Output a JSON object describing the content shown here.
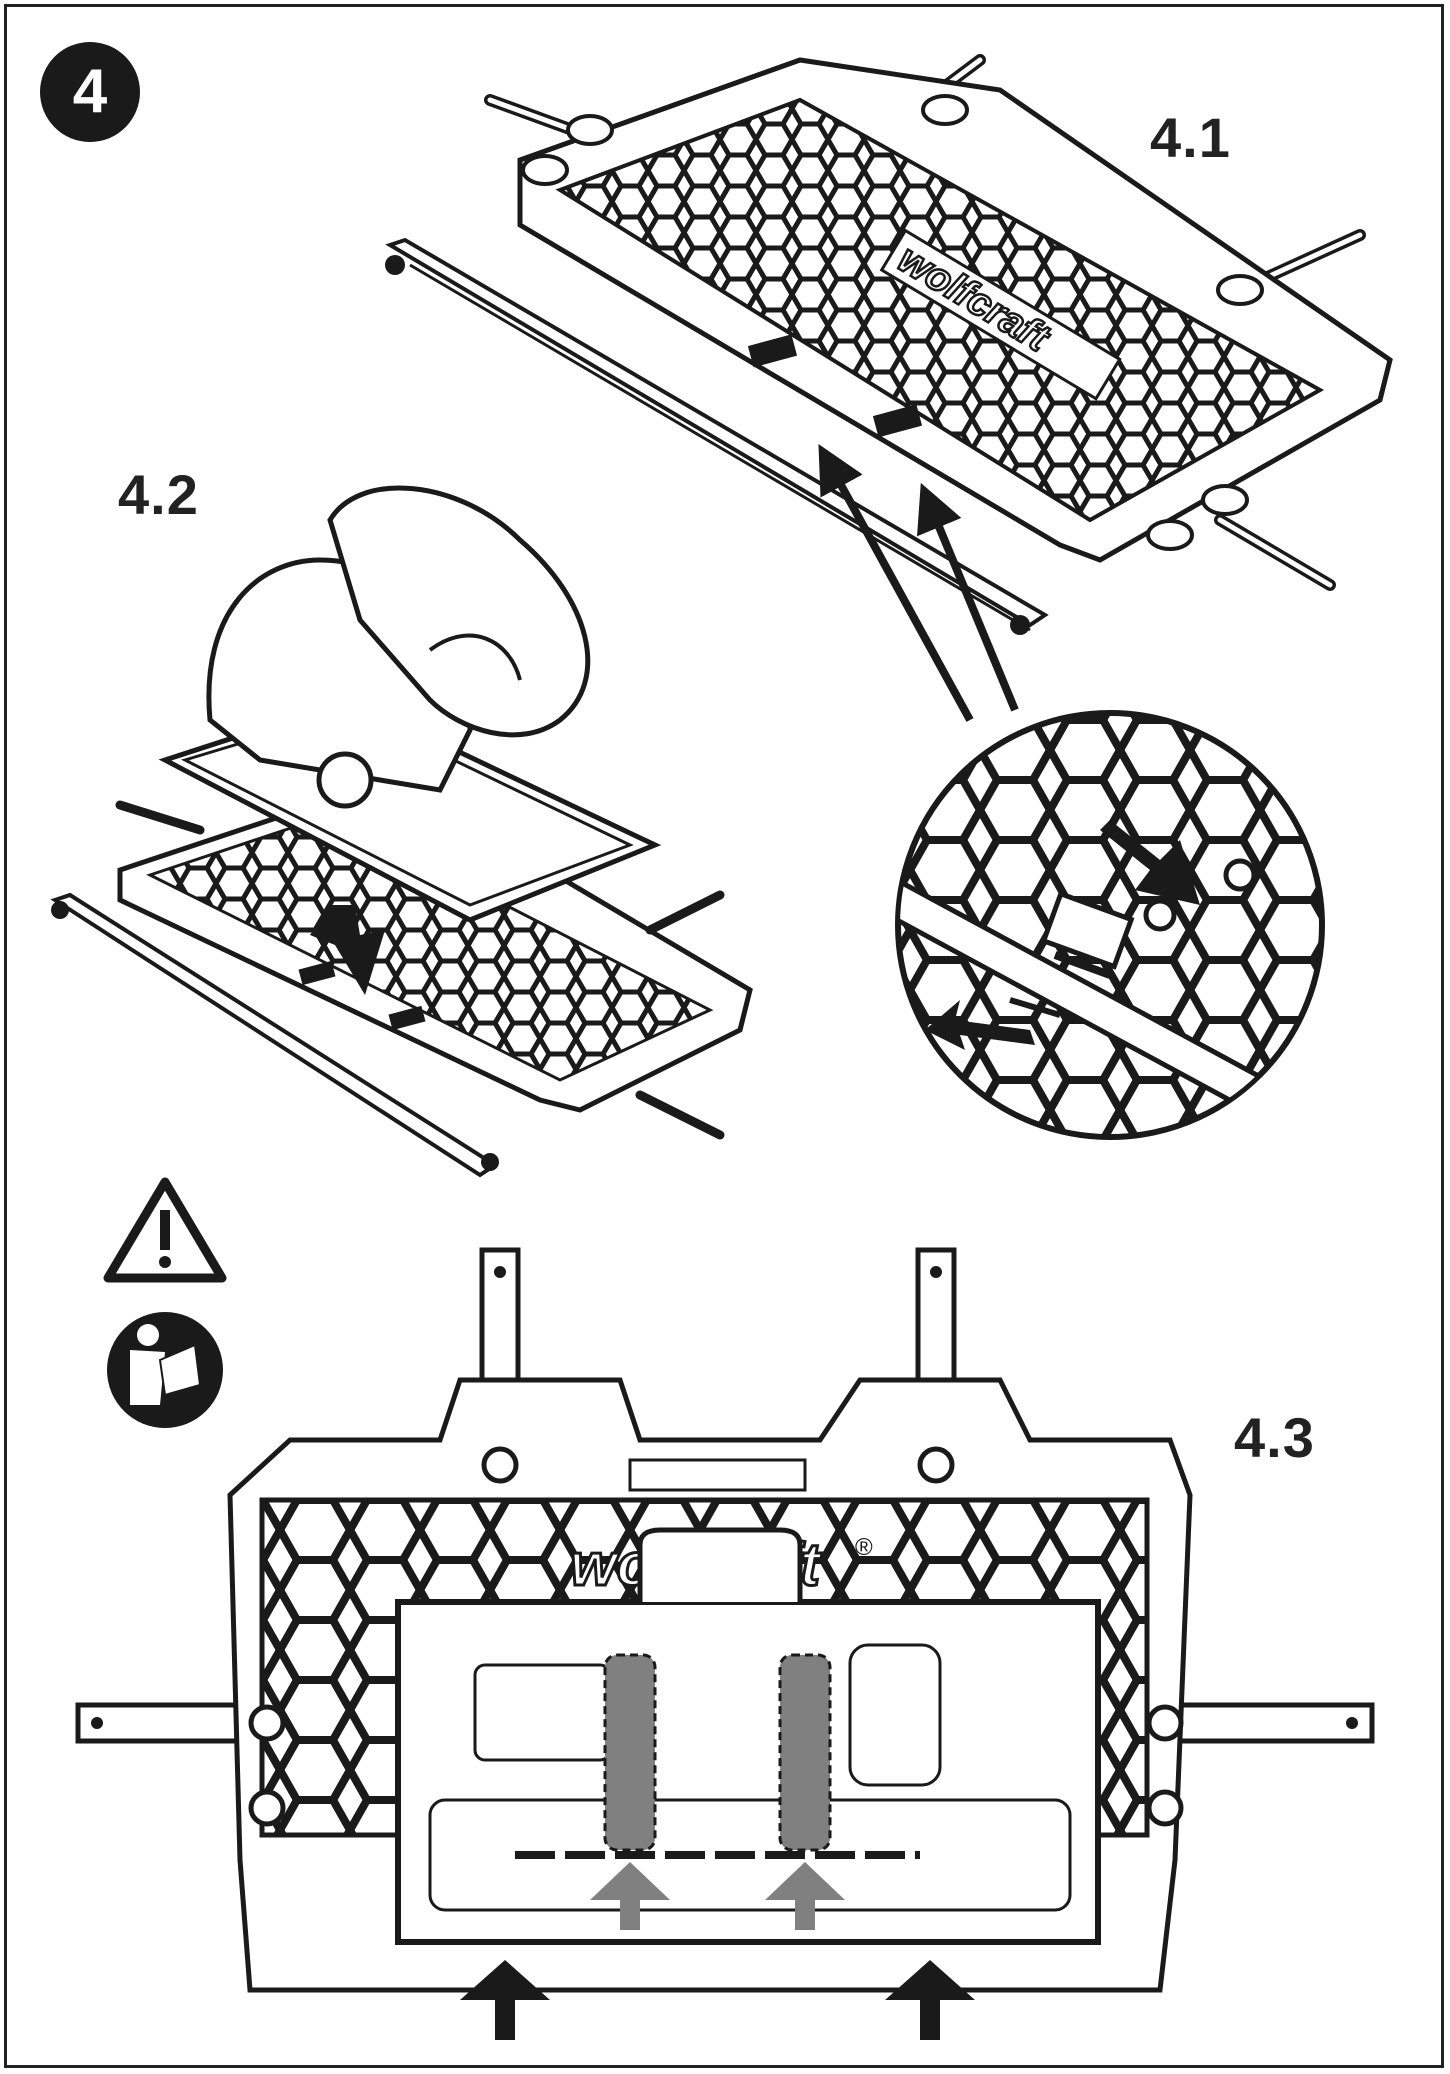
{
  "step": {
    "number": "4"
  },
  "figures": {
    "fig_4_1": {
      "label": "4.1"
    },
    "fig_4_2": {
      "label": "4.2"
    },
    "fig_4_3": {
      "label": "4.3"
    }
  },
  "branding": {
    "logo_text": "wolfcraft",
    "registered_mark": "®"
  },
  "icons": {
    "warning": "warning-triangle-icon",
    "manual": "read-manual-icon"
  },
  "colors": {
    "ink": "#1a1a1a",
    "paper": "#ffffff",
    "highlight_grey": "#808080",
    "shading": "#b0b0b0"
  }
}
